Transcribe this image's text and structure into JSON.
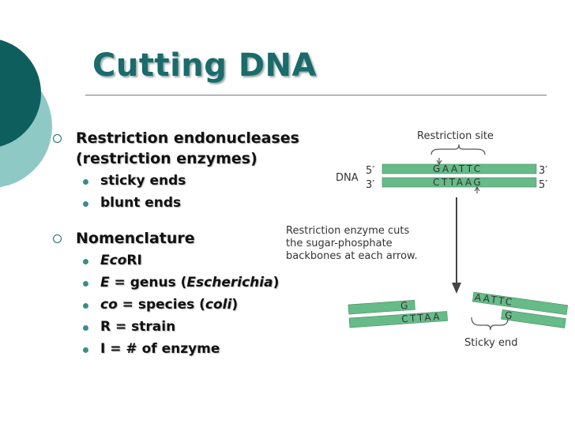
{
  "title": "Cutting DNA",
  "bullets": {
    "b1": {
      "line1": "Restriction endonucleases",
      "line2": "(restriction enzymes)",
      "sub": [
        "sticky ends",
        "blunt ends"
      ]
    },
    "b2": {
      "label": "Nomenclature",
      "sub": {
        "ecori": {
          "italic": "Eco",
          "rest": "RI"
        },
        "genus": {
          "letter": "E",
          "mid": " = genus (",
          "name": "Escherichia",
          "end": ")"
        },
        "species": {
          "letter": "co",
          "mid": " = species (",
          "name": "coli",
          "end": ")"
        },
        "strain": "R = strain",
        "enzyme": "I = # of enzyme"
      }
    }
  },
  "diagram": {
    "restriction_site": "Restriction site",
    "dna_label": "DNA",
    "prime5_top": "5′",
    "prime3_top": "3′",
    "prime3_bottom": "3′",
    "prime5_bottom": "5′",
    "top_seq": "GAATTC",
    "bottom_seq": "CTTAAG",
    "cut_text": [
      "Restriction enzyme cuts",
      "the sugar-phosphate",
      "backbones at each arrow."
    ],
    "frag_left_top": "G",
    "frag_left_bottom": "CTTAA",
    "frag_right_top": "AATTC",
    "frag_right_bottom": "G",
    "sticky_end": "Sticky end"
  },
  "colors": {
    "teal_dark": "#0f5e5e",
    "teal_light": "#8fc9c6",
    "strand": "#66bb88",
    "title": "#1a6b6b"
  }
}
